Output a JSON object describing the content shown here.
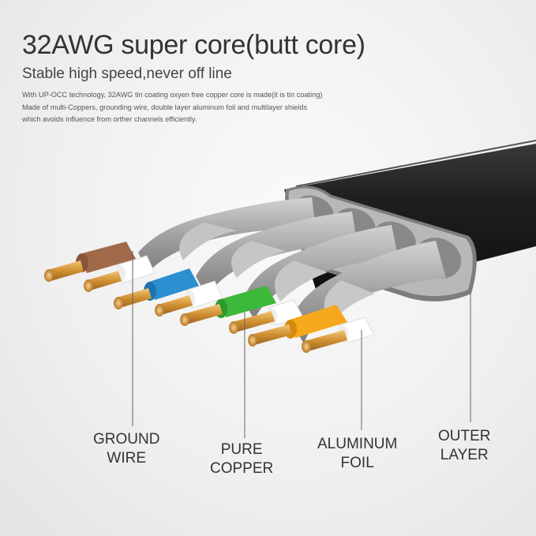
{
  "heading": {
    "title": "32AWG super core(butt core)",
    "subtitle": "Stable high speed,never off line",
    "description": [
      "With UP-OCC technology, 32AWG tin coating oxyen free copper core is made(it is tin coating)",
      "Made of multi-Coppers, grounding wire, double layer aluminum foil and multilayer shields",
      "which avoids influence from orther channels efficiently."
    ]
  },
  "callouts": {
    "ground_wire": {
      "line1": "GROUND",
      "line2": "WIRE"
    },
    "pure_copper": {
      "line1": "PURE",
      "line2": "COPPER"
    },
    "aluminum_foil": {
      "line1": "ALUMINUM",
      "line2": "FOIL"
    },
    "outer_layer": {
      "line1": "OUTER",
      "line2": "LAYER"
    }
  },
  "colors": {
    "jacket": "#1c1c1c",
    "wire_brown": "#a06a4a",
    "wire_blue": "#2b8fd0",
    "wire_green": "#3cb83a",
    "wire_orange": "#f5a81c",
    "wire_white": "#ffffff",
    "copper": "#d79a3c",
    "foil": "#a8a8a8"
  }
}
